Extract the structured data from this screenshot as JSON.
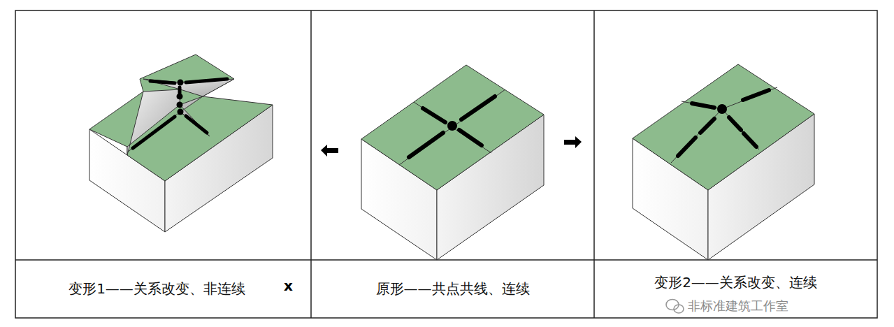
{
  "diagram": {
    "nodes": [
      {
        "text": [
          "变形1——关系改变、非连续"
        ]
      },
      {
        "text": [
          "原形——共点共线、连续"
        ]
      },
      {
        "text": [
          "变形2——关系改变、连续"
        ]
      }
    ],
    "labels": [
      "x",
      "非标准建筑工作室"
    ]
  }
}
